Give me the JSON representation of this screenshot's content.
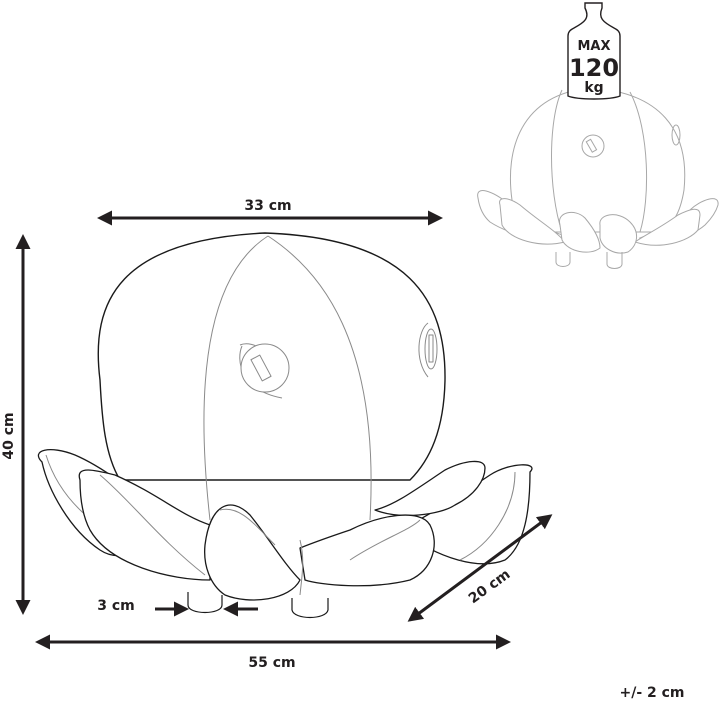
{
  "weight_badge": {
    "line1": "MAX",
    "line2": "120",
    "line3": "kg"
  },
  "dimensions": {
    "top_width": "33 cm",
    "height": "40 cm",
    "foot_width": "3 cm",
    "depth": "20 cm",
    "total_width": "55 cm"
  },
  "tolerance": "+/- 2 cm",
  "colors": {
    "ink": "#231f20",
    "line_dark": "#1a1a1a",
    "line_light": "#8a8a8a",
    "preview_line": "#a8a8a8"
  }
}
